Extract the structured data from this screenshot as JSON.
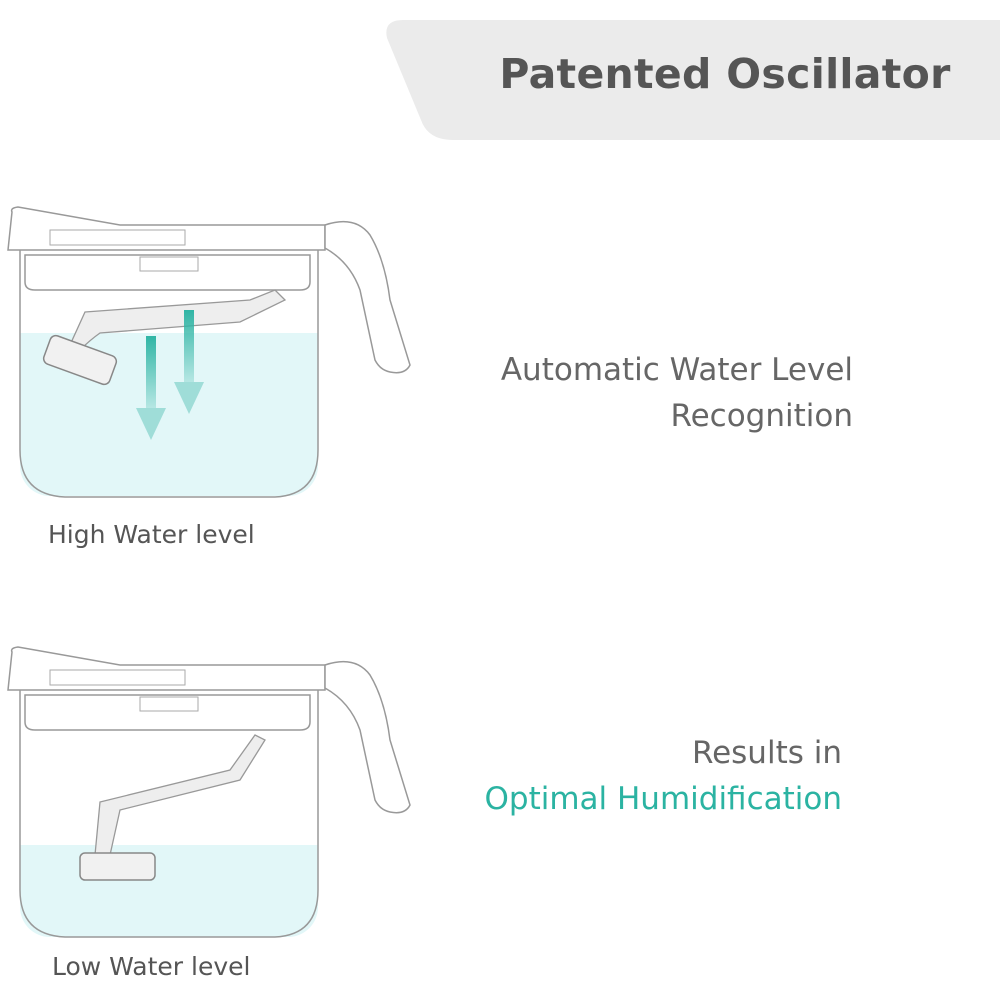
{
  "header": {
    "title": "Patented Oscillator"
  },
  "features": [
    {
      "lines": [
        "Automatic Water Level",
        "Recognition"
      ]
    },
    {
      "lines": [
        "Results in",
        "Optimal Humidification"
      ]
    }
  ],
  "diagrams": [
    {
      "label": "High Water level"
    },
    {
      "label": "Low Water level"
    }
  ],
  "colors": {
    "accent": "#2bb3a2",
    "water": "#e2f7f8",
    "banner": "#ebebeb",
    "text": "#666666"
  }
}
